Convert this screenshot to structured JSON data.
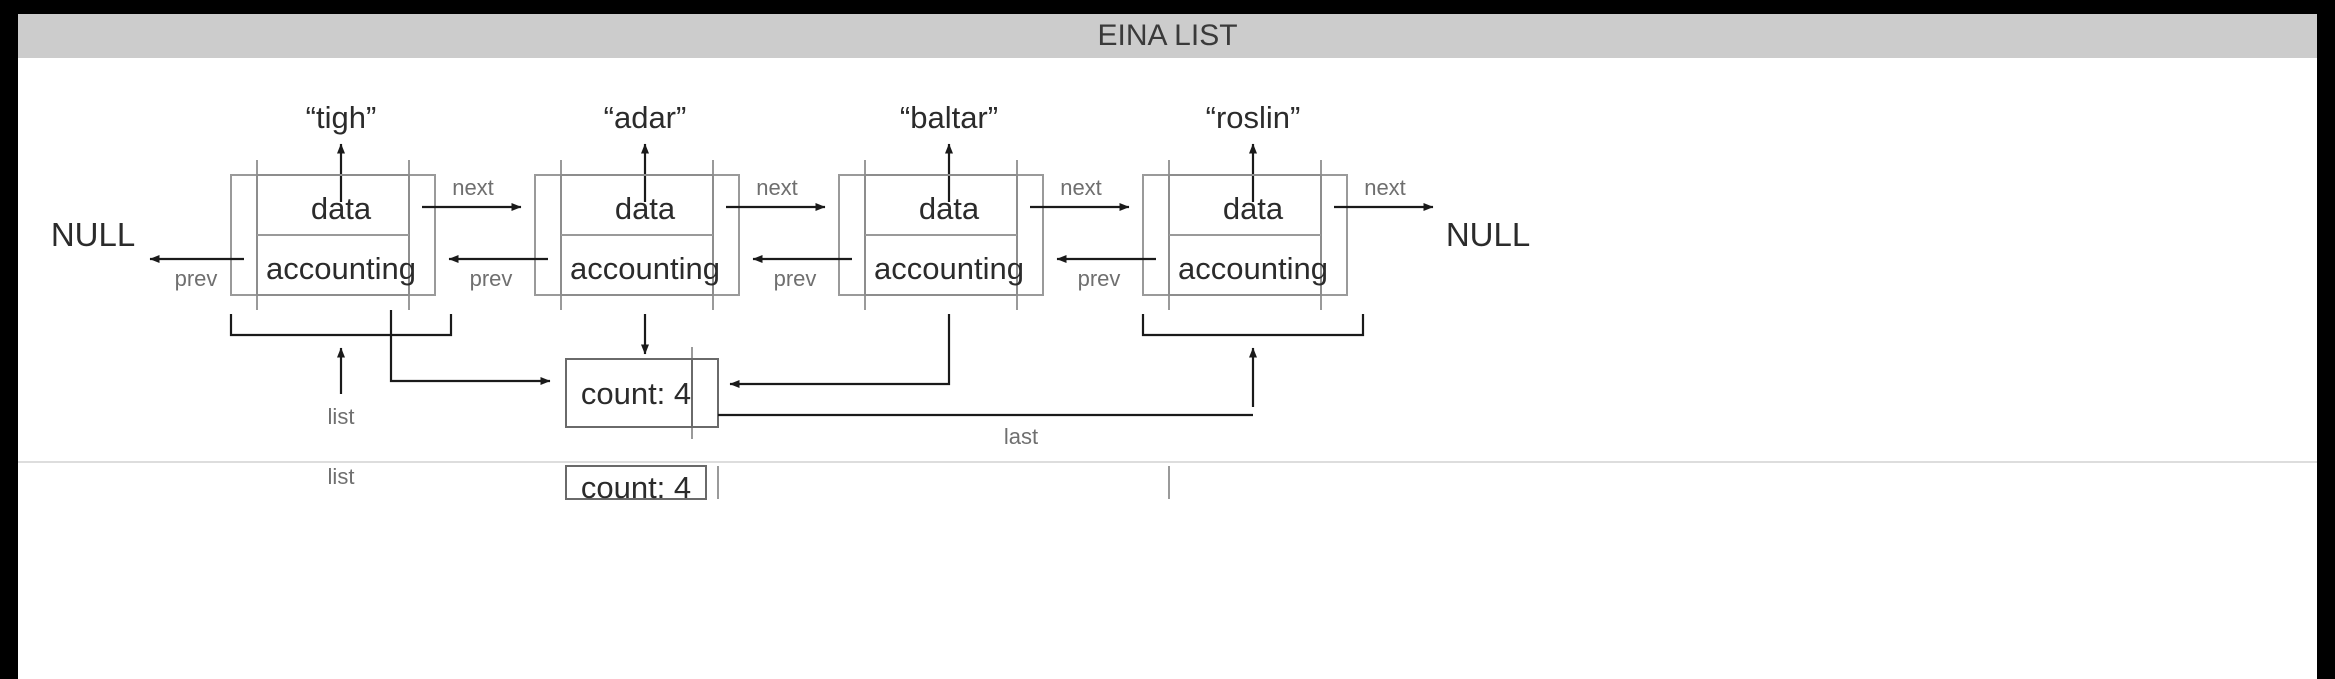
{
  "window": {
    "title": "EINA LIST",
    "titlebar_color": "#cccccc",
    "frame_border_color": "#000000",
    "background": "#ffffff"
  },
  "diagram": {
    "type": "doubly-linked-list",
    "null_left": "NULL",
    "null_right": "NULL",
    "node_field_data": "data",
    "node_field_accounting": "accounting",
    "pointer_next": "next",
    "pointer_prev": "prev",
    "count_box_label": "count: 4",
    "list_label": "list",
    "last_label": "last",
    "nodes": [
      {
        "name": "“tigh”",
        "data": "data",
        "accounting": "accounting",
        "next": "next",
        "prev": "prev"
      },
      {
        "name": "“adar”",
        "data": "data",
        "accounting": "accounting",
        "next": "next",
        "prev": "prev"
      },
      {
        "name": "“baltar”",
        "data": "data",
        "accounting": "accounting",
        "next": "next",
        "prev": "prev"
      },
      {
        "name": "“roslin”",
        "data": "data",
        "accounting": "accounting",
        "next": "next",
        "prev": "prev"
      }
    ]
  },
  "overflow_row": {
    "list_label": "list",
    "count_box_label": "count: 4"
  }
}
